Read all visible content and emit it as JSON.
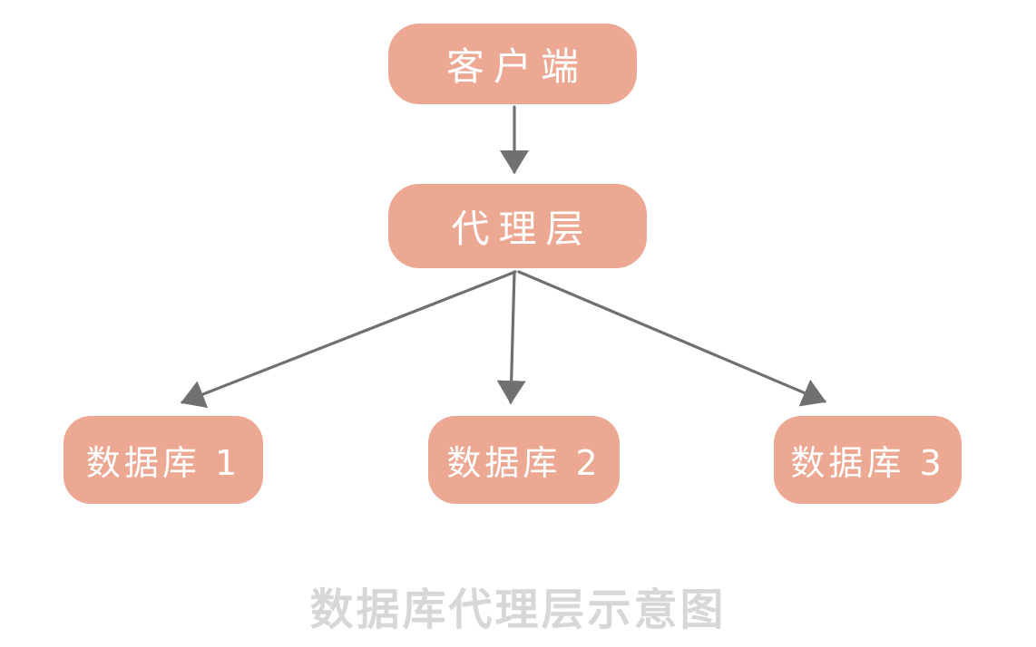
{
  "diagram": {
    "title": "数据库代理层示意图",
    "nodes": [
      {
        "id": "client",
        "label": "客户端"
      },
      {
        "id": "proxy",
        "label": "代理层"
      },
      {
        "id": "db1",
        "label": "数据库 1"
      },
      {
        "id": "db2",
        "label": "数据库 2"
      },
      {
        "id": "db3",
        "label": "数据库 3"
      }
    ],
    "edges": [
      {
        "from": "client",
        "to": "proxy"
      },
      {
        "from": "proxy",
        "to": "db1"
      },
      {
        "from": "proxy",
        "to": "db2"
      },
      {
        "from": "proxy",
        "to": "db3"
      }
    ],
    "colors": {
      "node_fill": "#ECA893",
      "node_text": "#FFFFFF",
      "arrow": "#707070",
      "caption": "#D7D7D7",
      "background": "#FFFFFF"
    }
  }
}
